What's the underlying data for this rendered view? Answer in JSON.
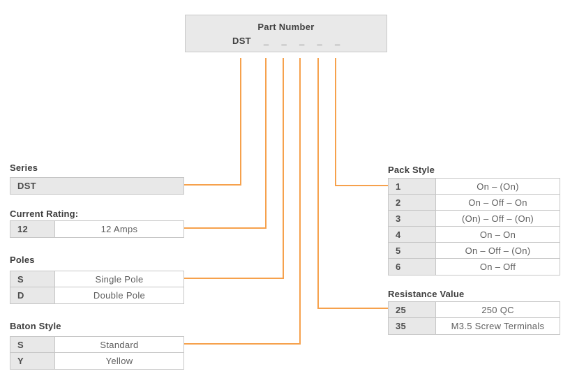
{
  "colors": {
    "accent_orange": "#f6a14c",
    "cell_fill": "#e8e8e8",
    "table_border": "#c6c6c6"
  },
  "part_number": {
    "title": "Part Number",
    "prefix": "DST",
    "blanks": [
      "_",
      "_",
      "_",
      "_",
      "_"
    ]
  },
  "series": {
    "label": "Series",
    "code": "DST"
  },
  "current_rating": {
    "label": "Current Rating:",
    "rows": [
      {
        "code": "12",
        "value": "12 Amps"
      }
    ]
  },
  "poles": {
    "label": "Poles",
    "rows": [
      {
        "code": "S",
        "value": "Single Pole"
      },
      {
        "code": "D",
        "value": "Double Pole"
      }
    ]
  },
  "baton_style": {
    "label": "Baton Style",
    "rows": [
      {
        "code": "S",
        "value": "Standard"
      },
      {
        "code": "Y",
        "value": "Yellow"
      }
    ]
  },
  "pack_style": {
    "label": "Pack Style",
    "rows": [
      {
        "code": "1",
        "value": "On – (On)"
      },
      {
        "code": "2",
        "value": "On – Off – On"
      },
      {
        "code": "3",
        "value": "(On) – Off – (On)"
      },
      {
        "code": "4",
        "value": "On – On"
      },
      {
        "code": "5",
        "value": "On – Off – (On)"
      },
      {
        "code": "6",
        "value": "On – Off"
      }
    ]
  },
  "resistance_value": {
    "label": "Resistance Value",
    "rows": [
      {
        "code": "25",
        "value": "250 QC"
      },
      {
        "code": "35",
        "value": "M3.5 Screw Terminals"
      }
    ]
  }
}
